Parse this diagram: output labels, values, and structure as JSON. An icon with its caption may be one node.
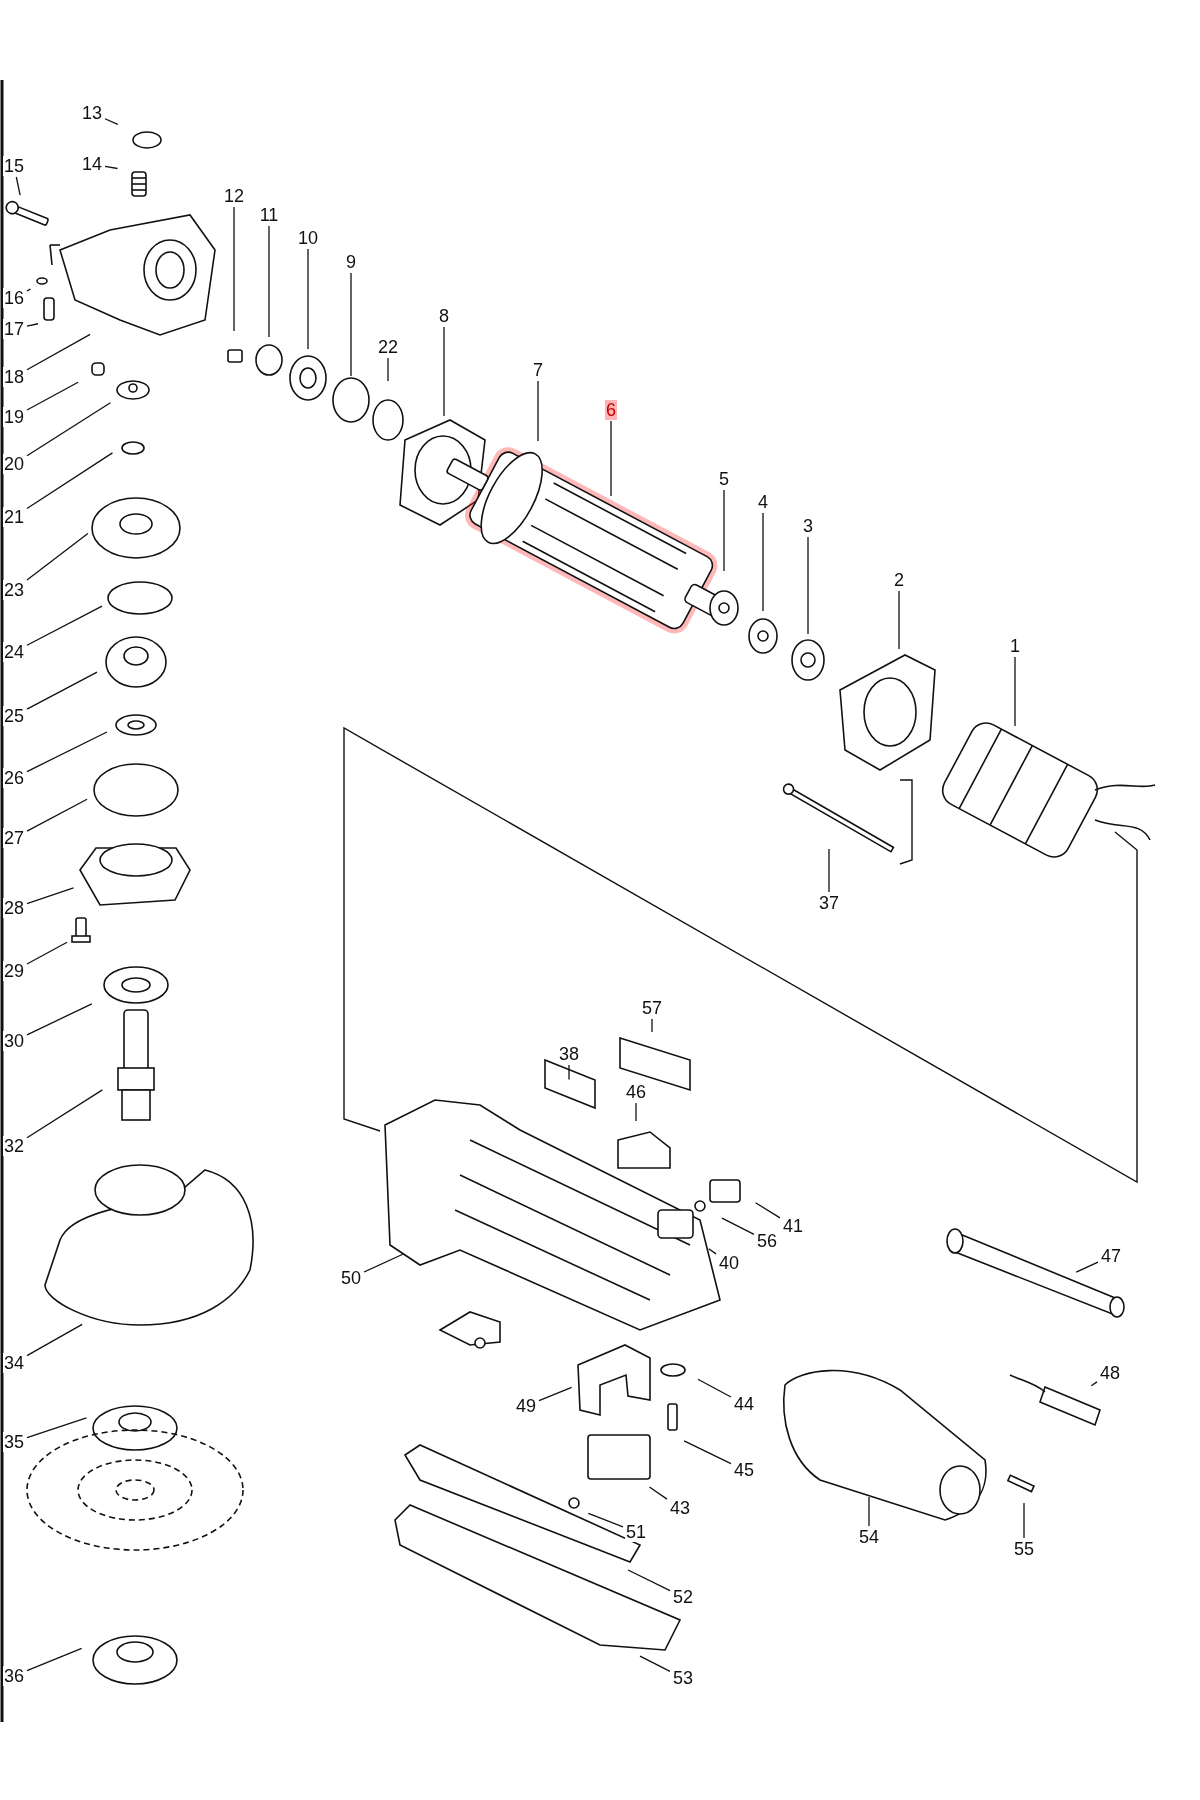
{
  "diagram": {
    "nodes": [
      {
        "text": [
          "13"
        ]
      },
      {
        "text": [
          "14"
        ]
      },
      {
        "text": [
          "15"
        ]
      },
      {
        "text": [
          "12"
        ]
      },
      {
        "text": [
          "11"
        ]
      },
      {
        "text": [
          "10"
        ]
      },
      {
        "text": [
          "9"
        ]
      },
      {
        "text": [
          "22"
        ]
      },
      {
        "text": [
          "8"
        ]
      },
      {
        "text": [
          "7"
        ]
      },
      {
        "text": [
          "6"
        ]
      },
      {
        "text": [
          "5"
        ]
      },
      {
        "text": [
          "4"
        ]
      },
      {
        "text": [
          "3"
        ]
      },
      {
        "text": [
          "2"
        ]
      },
      {
        "text": [
          "1"
        ]
      },
      {
        "text": [
          "37"
        ]
      },
      {
        "text": [
          "16"
        ]
      },
      {
        "text": [
          "17"
        ]
      },
      {
        "text": [
          "18"
        ]
      },
      {
        "text": [
          "19"
        ]
      },
      {
        "text": [
          "20"
        ]
      },
      {
        "text": [
          "21"
        ]
      },
      {
        "text": [
          "23"
        ]
      },
      {
        "text": [
          "24"
        ]
      },
      {
        "text": [
          "25"
        ]
      },
      {
        "text": [
          "26"
        ]
      },
      {
        "text": [
          "27"
        ]
      },
      {
        "text": [
          "28"
        ]
      },
      {
        "text": [
          "29"
        ]
      },
      {
        "text": [
          "30"
        ]
      },
      {
        "text": [
          "32"
        ]
      },
      {
        "text": [
          "34"
        ]
      },
      {
        "text": [
          "35"
        ]
      },
      {
        "text": [
          "36"
        ]
      },
      {
        "text": [
          "57"
        ]
      },
      {
        "text": [
          "38"
        ]
      },
      {
        "text": [
          "46"
        ]
      },
      {
        "text": [
          "41"
        ]
      },
      {
        "text": [
          "56"
        ]
      },
      {
        "text": [
          "40"
        ]
      },
      {
        "text": [
          "47"
        ]
      },
      {
        "text": [
          "48"
        ]
      },
      {
        "text": [
          "50"
        ]
      },
      {
        "text": [
          "49"
        ]
      },
      {
        "text": [
          "44"
        ]
      },
      {
        "text": [
          "45"
        ]
      },
      {
        "text": [
          "43"
        ]
      },
      {
        "text": [
          "51"
        ]
      },
      {
        "text": [
          "52"
        ]
      },
      {
        "text": [
          "53"
        ]
      },
      {
        "text": [
          "54"
        ]
      },
      {
        "text": [
          "55"
        ]
      }
    ],
    "edges": [
      {
        "from": 0,
        "to": null,
        "arrow": "none"
      },
      {
        "from": 1,
        "to": null,
        "arrow": "none"
      },
      {
        "from": 2,
        "to": null,
        "arrow": "none"
      },
      {
        "from": 3,
        "to": null,
        "arrow": "none"
      },
      {
        "from": 4,
        "to": null,
        "arrow": "none"
      },
      {
        "from": 5,
        "to": null,
        "arrow": "none"
      },
      {
        "from": 6,
        "to": null,
        "arrow": "none"
      },
      {
        "from": 7,
        "to": null,
        "arrow": "none"
      },
      {
        "from": 8,
        "to": null,
        "arrow": "none"
      },
      {
        "from": 9,
        "to": null,
        "arrow": "none"
      },
      {
        "from": 10,
        "to": null,
        "arrow": "none"
      },
      {
        "from": 11,
        "to": null,
        "arrow": "none"
      },
      {
        "from": 12,
        "to": null,
        "arrow": "none"
      },
      {
        "from": 13,
        "to": null,
        "arrow": "none"
      },
      {
        "from": 14,
        "to": null,
        "arrow": "none"
      },
      {
        "from": 15,
        "to": null,
        "arrow": "none"
      },
      {
        "from": 16,
        "to": null,
        "arrow": "none"
      },
      {
        "from": 17,
        "to": null,
        "arrow": "none"
      },
      {
        "from": 18,
        "to": null,
        "arrow": "none"
      },
      {
        "from": 19,
        "to": null,
        "arrow": "none"
      },
      {
        "from": 20,
        "to": null,
        "arrow": "none"
      },
      {
        "from": 21,
        "to": null,
        "arrow": "none"
      },
      {
        "from": 22,
        "to": null,
        "arrow": "none"
      },
      {
        "from": 23,
        "to": null,
        "arrow": "none"
      },
      {
        "from": 24,
        "to": null,
        "arrow": "none"
      },
      {
        "from": 25,
        "to": null,
        "arrow": "none"
      },
      {
        "from": 26,
        "to": null,
        "arrow": "none"
      },
      {
        "from": 27,
        "to": null,
        "arrow": "none"
      },
      {
        "from": 28,
        "to": null,
        "arrow": "none"
      },
      {
        "from": 29,
        "to": null,
        "arrow": "none"
      },
      {
        "from": 30,
        "to": null,
        "arrow": "none"
      },
      {
        "from": 31,
        "to": null,
        "arrow": "none"
      },
      {
        "from": 32,
        "to": null,
        "arrow": "none"
      },
      {
        "from": 33,
        "to": null,
        "arrow": "none"
      },
      {
        "from": 34,
        "to": null,
        "arrow": "none"
      },
      {
        "from": 35,
        "to": null,
        "arrow": "none"
      },
      {
        "from": 36,
        "to": null,
        "arrow": "none"
      },
      {
        "from": 37,
        "to": null,
        "arrow": "none"
      },
      {
        "from": 38,
        "to": null,
        "arrow": "none"
      },
      {
        "from": 39,
        "to": null,
        "arrow": "none"
      },
      {
        "from": 40,
        "to": null,
        "arrow": "none"
      },
      {
        "from": 41,
        "to": null,
        "arrow": "none"
      },
      {
        "from": 42,
        "to": null,
        "arrow": "none"
      },
      {
        "from": 43,
        "to": null,
        "arrow": "none"
      },
      {
        "from": 44,
        "to": null,
        "arrow": "none"
      },
      {
        "from": 45,
        "to": null,
        "arrow": "none"
      },
      {
        "from": 46,
        "to": null,
        "arrow": "none"
      },
      {
        "from": 47,
        "to": null,
        "arrow": "none"
      },
      {
        "from": 48,
        "to": null,
        "arrow": "none"
      },
      {
        "from": 49,
        "to": null,
        "arrow": "none"
      },
      {
        "from": 50,
        "to": null,
        "arrow": "none"
      },
      {
        "from": 51,
        "to": null,
        "arrow": "none"
      },
      {
        "from": 52,
        "to": null,
        "arrow": "none"
      }
    ]
  }
}
